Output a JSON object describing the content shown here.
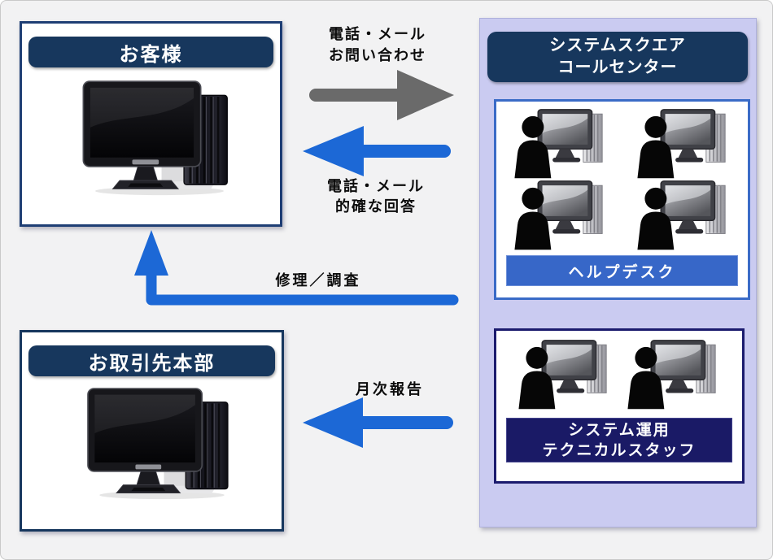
{
  "diagram_title": "support-flow-diagram",
  "colors": {
    "canvas_bg": "#f2f2f3",
    "navy_header": "#17375d",
    "panel_bg": "#cacbf1",
    "blue_arrow": "#1c68d6",
    "gray_arrow": "#6a6a6a",
    "helpdesk_bar": "#3767c8",
    "tech_bar": "#1a1a66"
  },
  "customer_box": {
    "title": "お客様"
  },
  "partner_box": {
    "title": "お取引先本部"
  },
  "call_center": {
    "title_line1": "システムスクエア",
    "title_line2": "コールセンター",
    "helpdesk": {
      "label": "ヘルプデスク",
      "staff_icons": 4
    },
    "tech_staff": {
      "label_line1": "システム運用",
      "label_line2": "テクニカルスタッフ",
      "staff_icons": 2
    }
  },
  "flows": {
    "inquiry": {
      "label_line1": "電話・メール",
      "label_line2": "お問い合わせ",
      "direction": "customer → call center",
      "color": "#6a6a6a"
    },
    "answer": {
      "label_line1": "電話・メール",
      "label_line2": "的確な回答",
      "direction": "call center → customer",
      "color": "#1c68d6"
    },
    "repair": {
      "label": "修理／調査",
      "direction": "call center → customer",
      "color": "#1c68d6"
    },
    "monthly": {
      "label": "月次報告",
      "direction": "tech staff → partner HQ",
      "color": "#1c68d6"
    }
  }
}
